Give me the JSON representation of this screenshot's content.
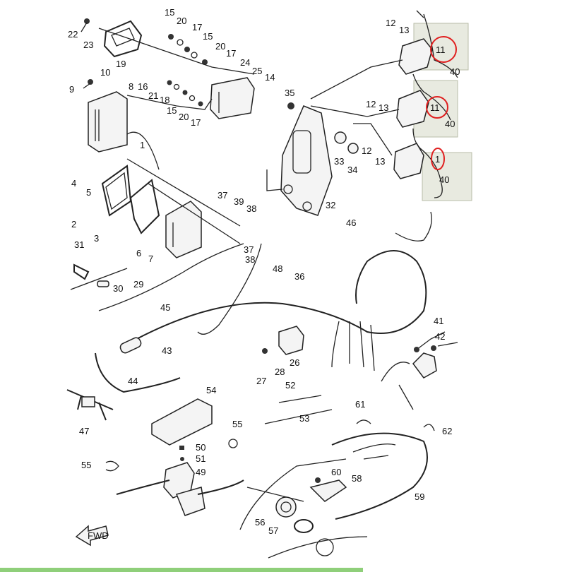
{
  "diagram": {
    "title": "",
    "highlight_color": "#d6d9c6",
    "circle_color": "#e02020",
    "labels": {
      "p1": "1",
      "p2": "2",
      "p3": "3",
      "p4": "4",
      "p5": "5",
      "p6": "6",
      "p7": "7",
      "p8": "8",
      "p9": "9",
      "p10": "10",
      "p12a": "12",
      "p12b": "12",
      "p12c": "12",
      "p13a": "13",
      "p13b": "13",
      "p13c": "13",
      "p14": "14",
      "p15a": "15",
      "p15b": "15",
      "p15c": "15",
      "p16": "16",
      "p17a": "17",
      "p17b": "17",
      "p17c": "17",
      "p18": "18",
      "p19": "19",
      "p20a": "20",
      "p20b": "20",
      "p20c": "20",
      "p21": "21",
      "p22": "22",
      "p23": "23",
      "p24": "24",
      "p25": "25",
      "p26": "26",
      "p27": "27",
      "p28": "28",
      "p29": "29",
      "p30": "30",
      "p31": "31",
      "p32": "32",
      "p33": "33",
      "p34": "34",
      "p35": "35",
      "p36": "36",
      "p37a": "37",
      "p37b": "37",
      "p38a": "38",
      "p38b": "38",
      "p39": "39",
      "p40a": "40",
      "p40b": "40",
      "p40c": "40",
      "p41": "41",
      "p42": "42",
      "p43": "43",
      "p44": "44",
      "p45": "45",
      "p46": "46",
      "p47": "47",
      "p48": "48",
      "p49": "49",
      "p50": "50",
      "p51": "51",
      "p52": "52",
      "p53": "53",
      "p54": "54",
      "p55a": "55",
      "p55b": "55",
      "p56": "56",
      "p57": "57",
      "p58": "58",
      "p59": "59",
      "p60": "60",
      "p61": "61",
      "p62": "62",
      "callout_a": "11",
      "callout_b": "11",
      "callout_c": "1",
      "fwd": "FWD"
    }
  }
}
